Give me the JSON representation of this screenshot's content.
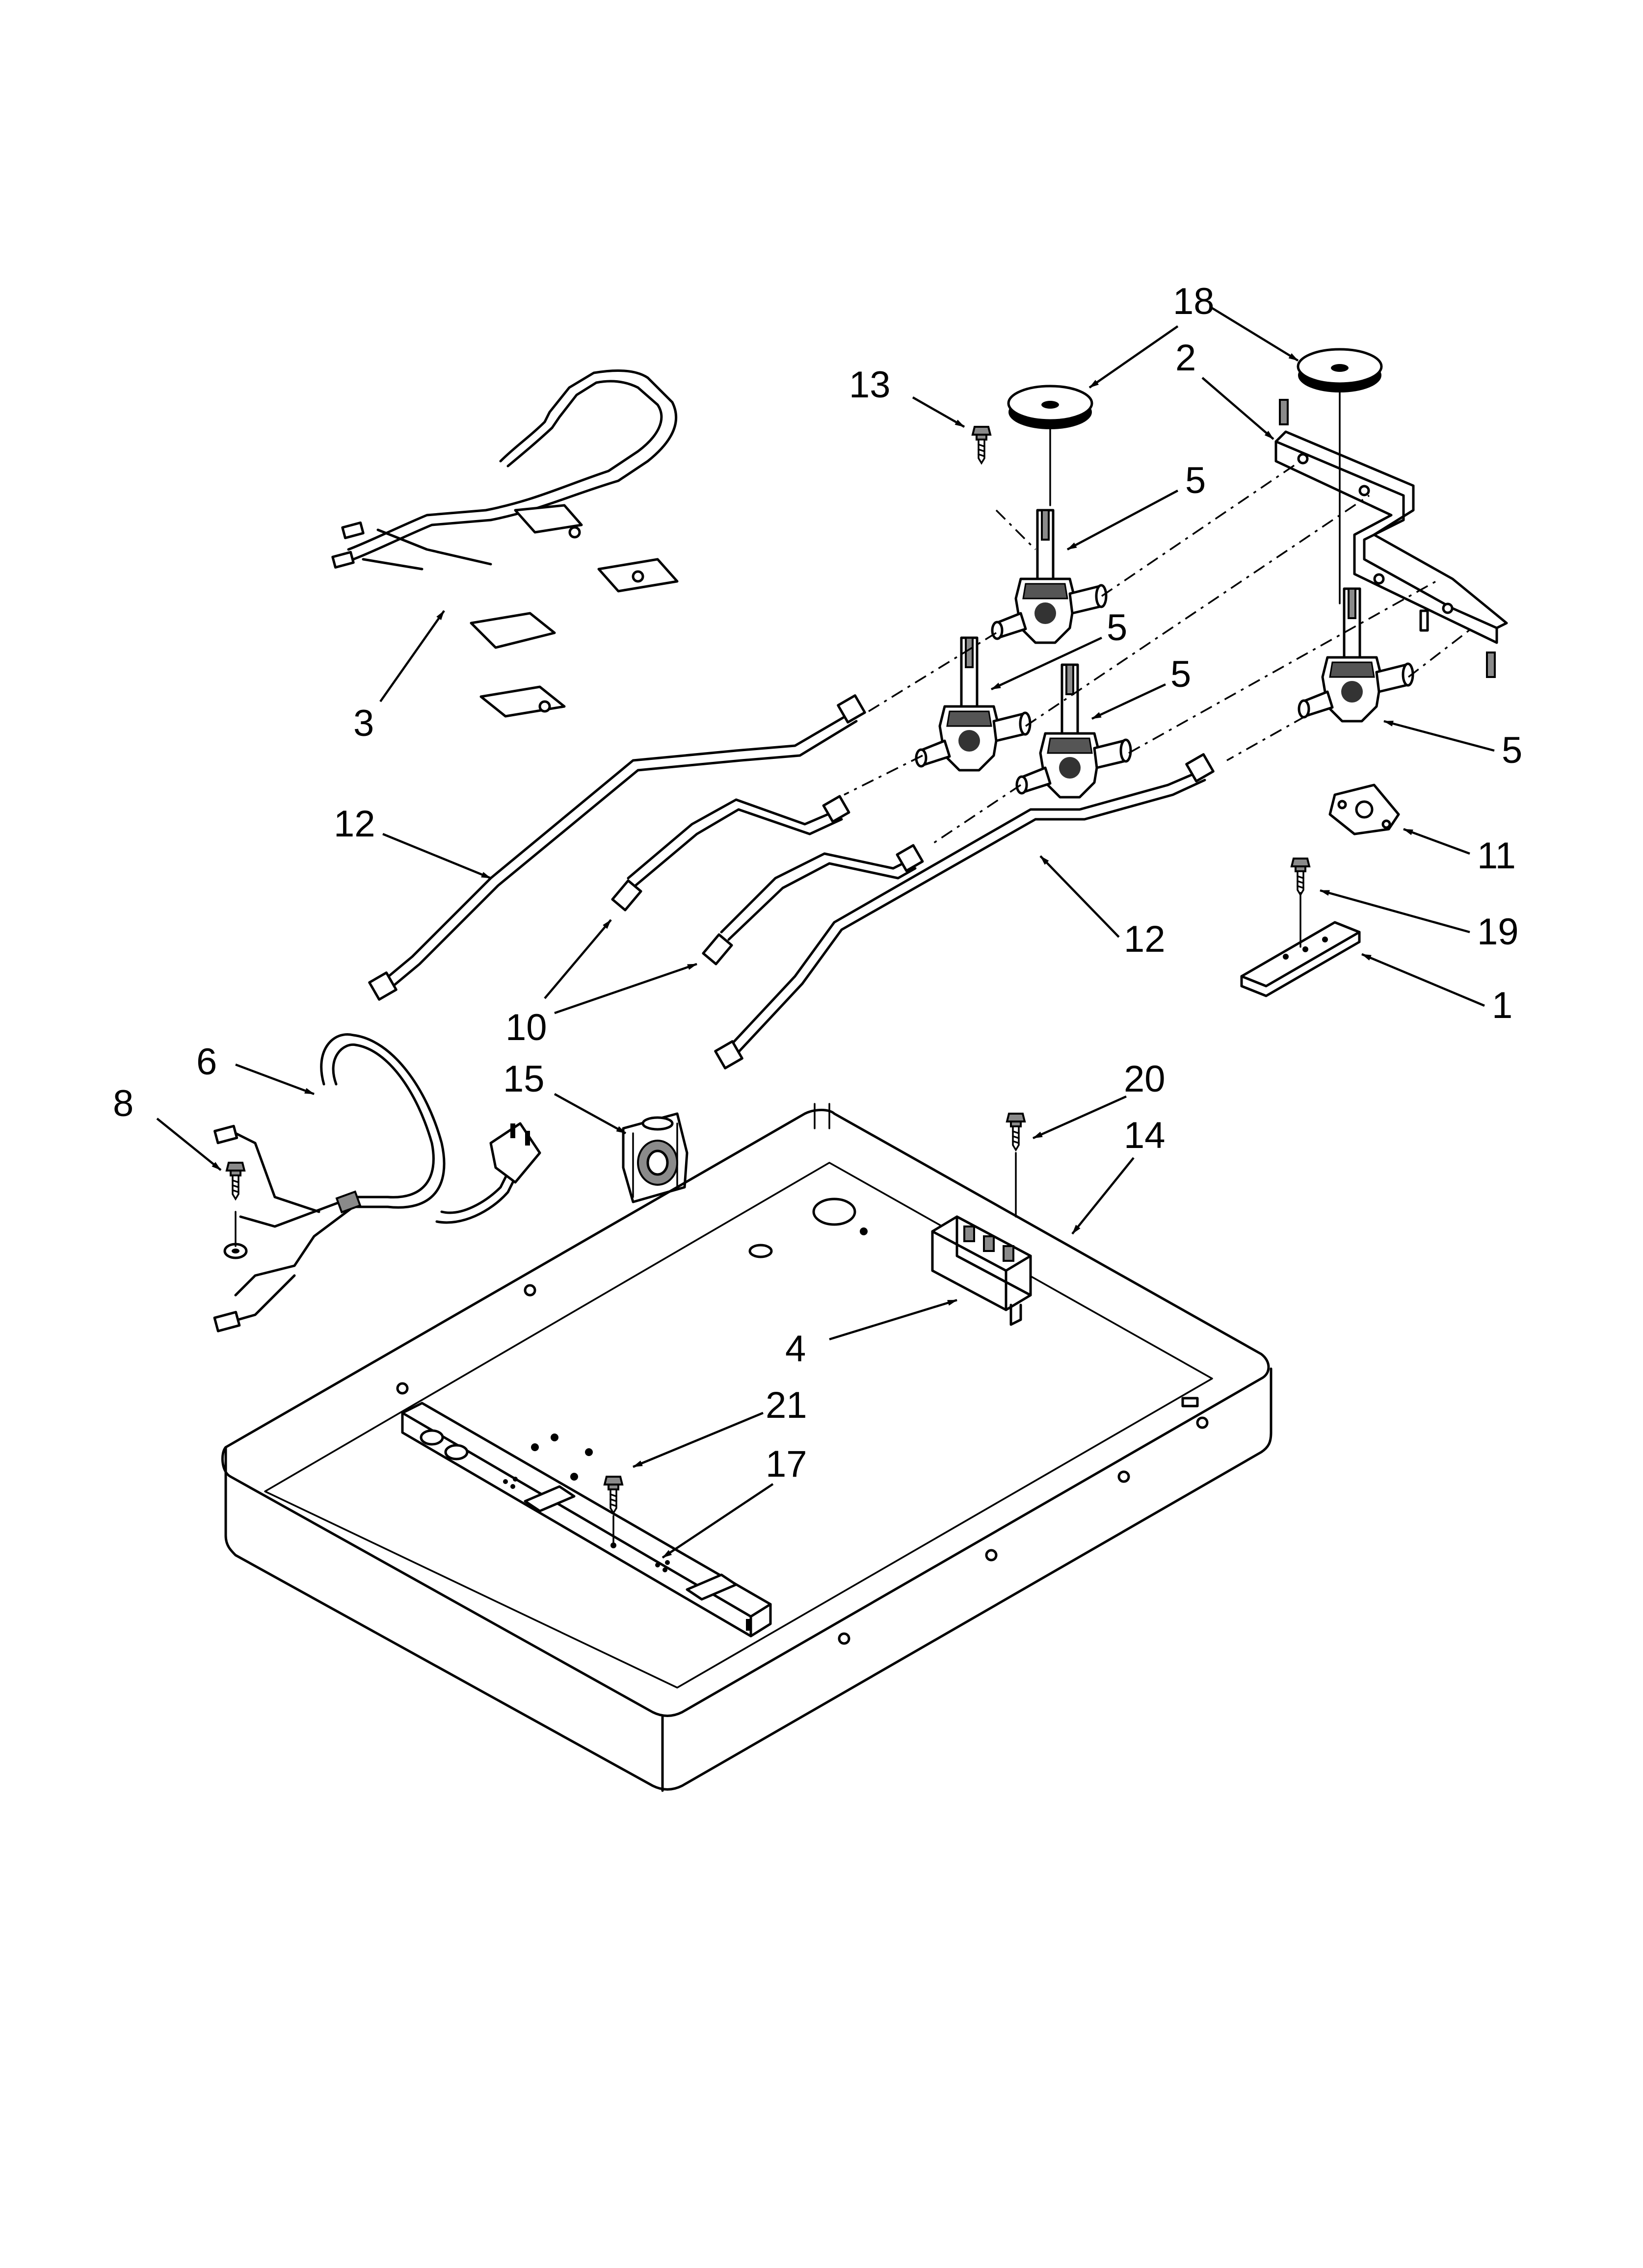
{
  "callouts": {
    "c1": "1",
    "c2": "2",
    "c3": "3",
    "c4": "4",
    "c5a": "5",
    "c5b": "5",
    "c5c": "5",
    "c5d": "5",
    "c6": "6",
    "c8": "8",
    "c10": "10",
    "c11": "11",
    "c12a": "12",
    "c12b": "12",
    "c13": "13",
    "c14": "14",
    "c15": "15",
    "c17": "17",
    "c18": "18",
    "c19": "19",
    "c20": "20",
    "c21": "21"
  }
}
